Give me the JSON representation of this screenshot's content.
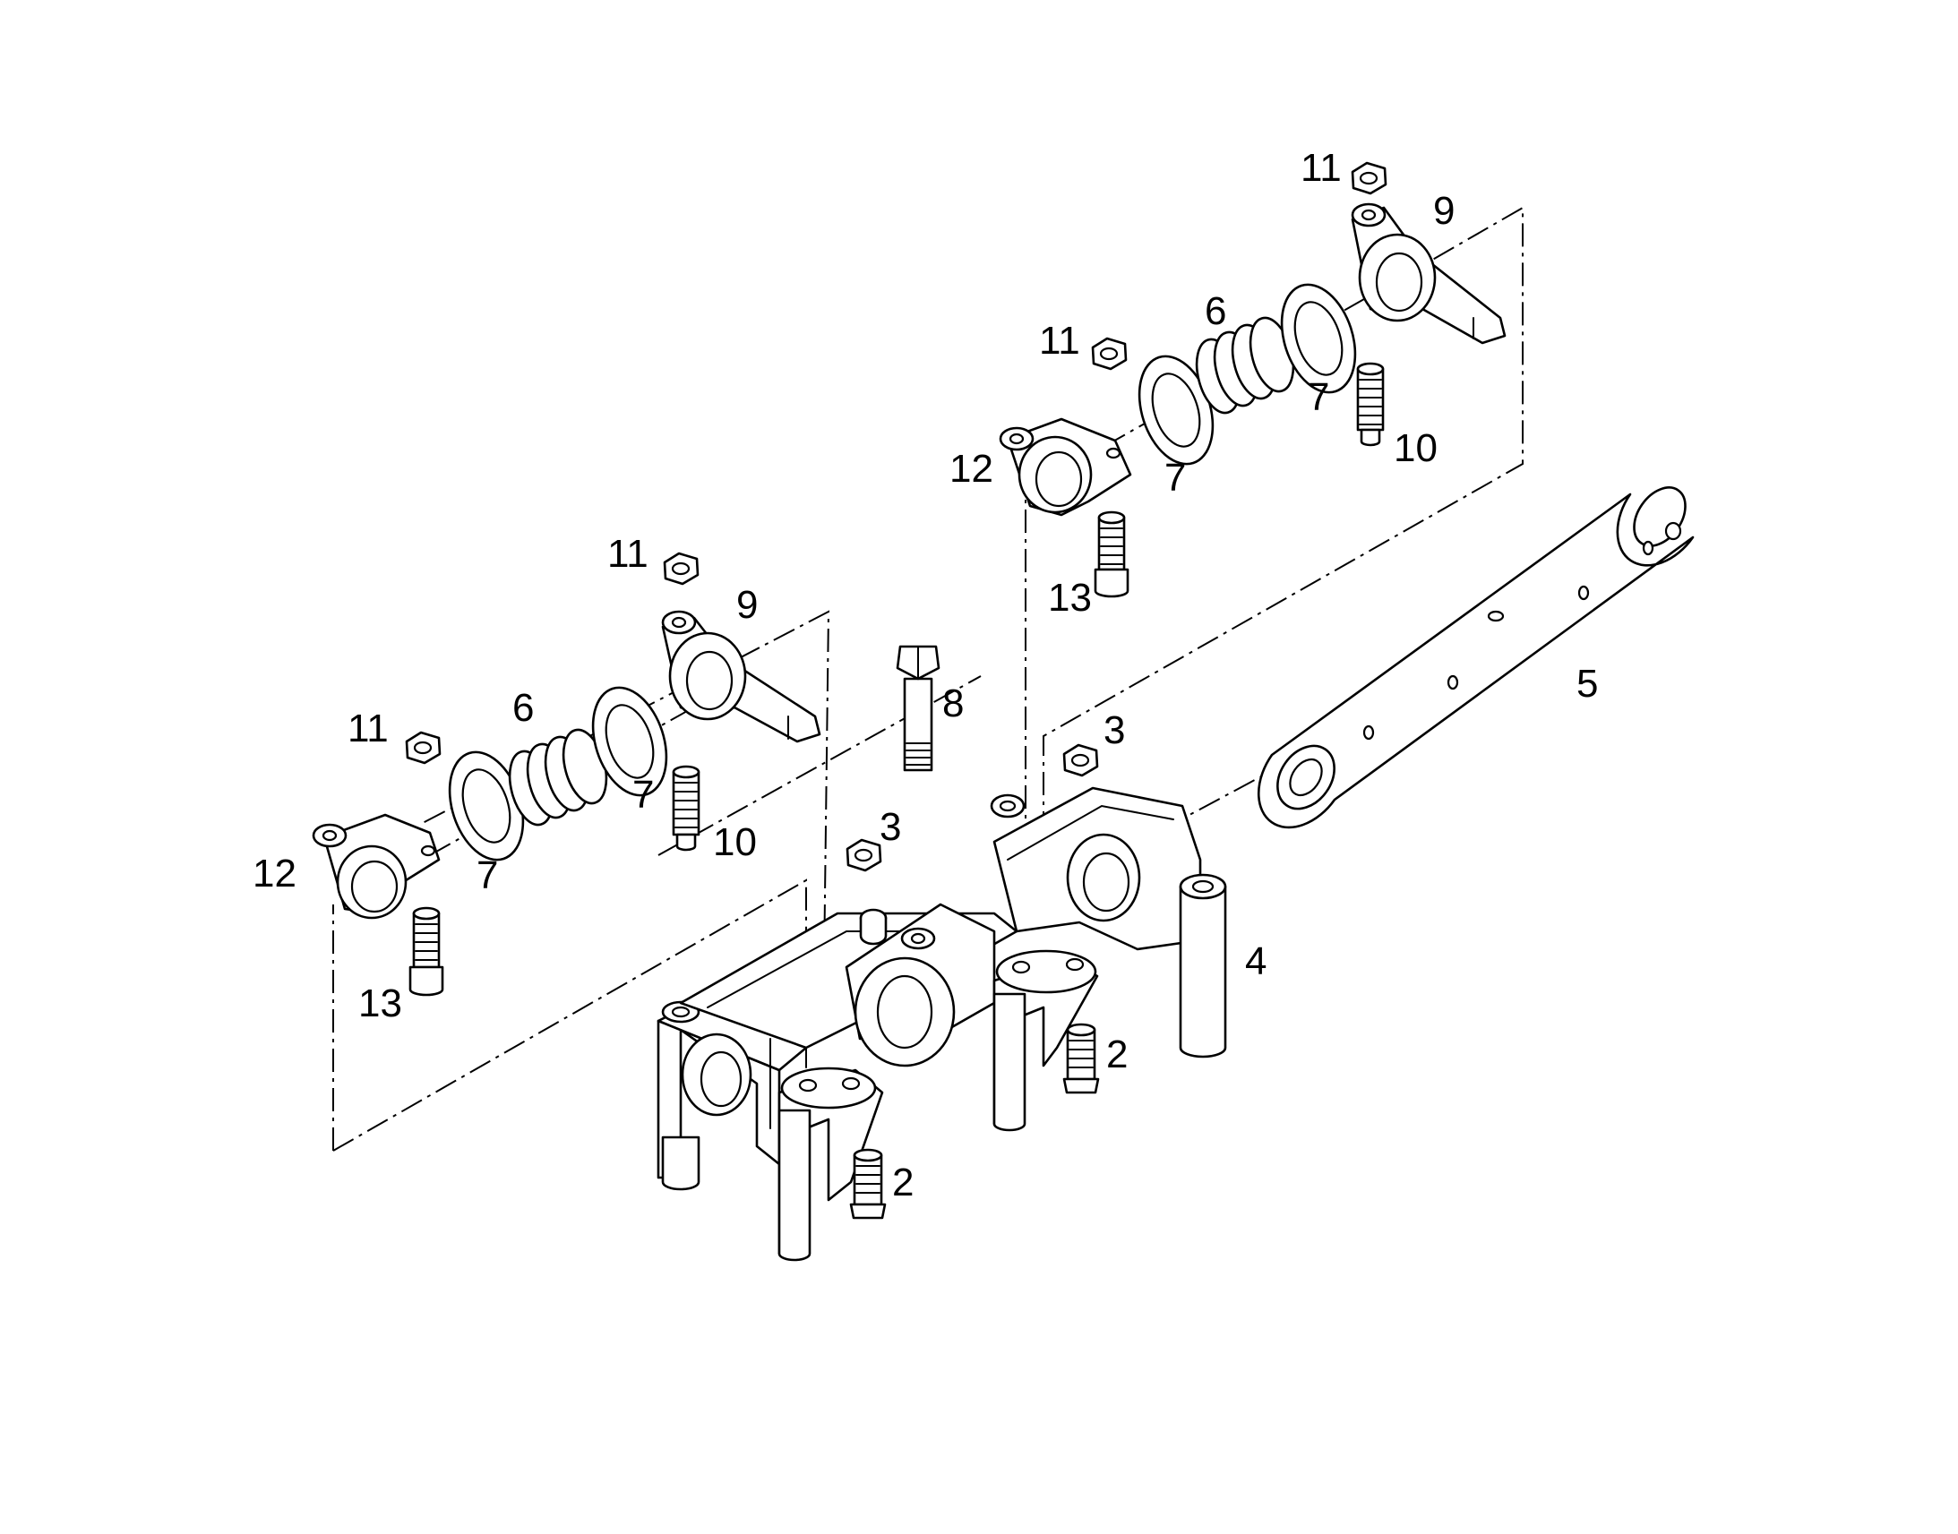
{
  "callouts": [
    {
      "id": "c11-top",
      "text": "11"
    },
    {
      "id": "c9-top",
      "text": "9"
    },
    {
      "id": "c6-right",
      "text": "6"
    },
    {
      "id": "c11-right",
      "text": "11"
    },
    {
      "id": "c7-right-b",
      "text": "7"
    },
    {
      "id": "c10-right",
      "text": "10"
    },
    {
      "id": "c12-right",
      "text": "12"
    },
    {
      "id": "c7-right-a",
      "text": "7"
    },
    {
      "id": "c13-right",
      "text": "13"
    },
    {
      "id": "c11-mid",
      "text": "11"
    },
    {
      "id": "c9-mid",
      "text": "9"
    },
    {
      "id": "c8",
      "text": "8"
    },
    {
      "id": "c5",
      "text": "5"
    },
    {
      "id": "c11-left",
      "text": "11"
    },
    {
      "id": "c6-left",
      "text": "6"
    },
    {
      "id": "c3-right",
      "text": "3"
    },
    {
      "id": "c7-left-b",
      "text": "7"
    },
    {
      "id": "c3-left",
      "text": "3"
    },
    {
      "id": "c10-left",
      "text": "10"
    },
    {
      "id": "c12-left",
      "text": "12"
    },
    {
      "id": "c7-left-a",
      "text": "7"
    },
    {
      "id": "c4",
      "text": "4"
    },
    {
      "id": "c13-left",
      "text": "13"
    },
    {
      "id": "c2-right",
      "text": "2"
    },
    {
      "id": "c2-left",
      "text": "2"
    }
  ]
}
